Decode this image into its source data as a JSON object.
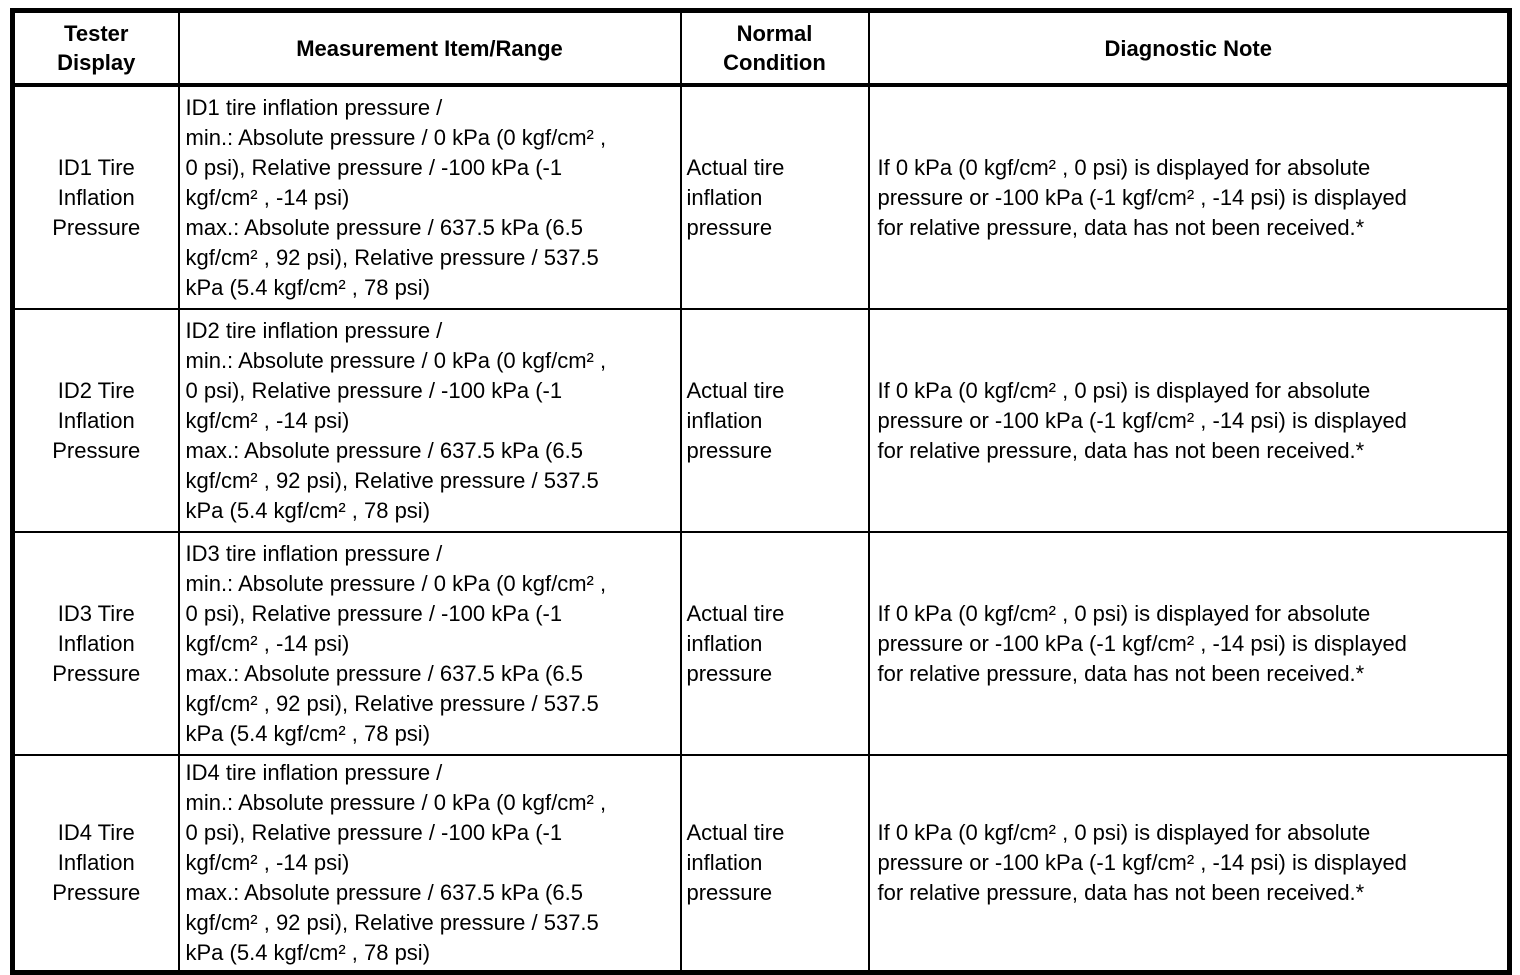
{
  "colors": {
    "background": "#ffffff",
    "text": "#000000",
    "border": "#000000"
  },
  "table": {
    "headers": {
      "tester_display": "Tester\nDisplay",
      "measurement": "Measurement Item/Range",
      "normal_condition": "Normal\nCondition",
      "diagnostic_note": "Diagnostic Note"
    },
    "rows": [
      {
        "tester_display": "ID1 Tire\nInflation\nPressure",
        "measurement": "ID1 tire inflation pressure /\nmin.: Absolute pressure / 0 kPa (0 kgf/cm² ,\n0 psi), Relative pressure / -100 kPa (-1\nkgf/cm² , -14 psi)\nmax.: Absolute pressure / 637.5 kPa (6.5\nkgf/cm² , 92 psi), Relative pressure / 537.5\nkPa (5.4 kgf/cm² , 78 psi)",
        "normal_condition": "Actual tire\ninflation\npressure",
        "diagnostic_note": "If 0 kPa (0 kgf/cm² , 0 psi) is displayed for absolute\npressure or -100 kPa (-1 kgf/cm² , -14 psi) is displayed\nfor relative pressure, data has not been received.*"
      },
      {
        "tester_display": "ID2 Tire\nInflation\nPressure",
        "measurement": "ID2 tire inflation pressure /\nmin.: Absolute pressure / 0 kPa (0 kgf/cm² ,\n0 psi), Relative pressure / -100 kPa (-1\nkgf/cm² , -14 psi)\nmax.: Absolute pressure / 637.5 kPa (6.5\nkgf/cm² , 92 psi), Relative pressure / 537.5\nkPa (5.4 kgf/cm² , 78 psi)",
        "normal_condition": "Actual tire\ninflation\npressure",
        "diagnostic_note": "If 0 kPa (0 kgf/cm² , 0 psi) is displayed for absolute\npressure or -100 kPa (-1 kgf/cm² , -14 psi) is displayed\nfor relative pressure, data has not been received.*"
      },
      {
        "tester_display": "ID3 Tire\nInflation\nPressure",
        "measurement": "ID3 tire inflation pressure /\nmin.: Absolute pressure / 0 kPa (0 kgf/cm² ,\n0 psi), Relative pressure / -100 kPa (-1\nkgf/cm² , -14 psi)\nmax.: Absolute pressure / 637.5 kPa (6.5\nkgf/cm² , 92 psi), Relative pressure / 537.5\nkPa (5.4 kgf/cm² , 78 psi)",
        "normal_condition": "Actual tire\ninflation\npressure",
        "diagnostic_note": "If 0 kPa (0 kgf/cm² , 0 psi) is displayed for absolute\npressure or -100 kPa (-1 kgf/cm² , -14 psi) is displayed\nfor relative pressure, data has not been received.*"
      },
      {
        "tester_display": "ID4 Tire\nInflation\nPressure",
        "measurement": "ID4 tire inflation pressure /\nmin.: Absolute pressure / 0 kPa (0 kgf/cm² ,\n0 psi), Relative pressure / -100 kPa (-1\nkgf/cm² , -14 psi)\nmax.: Absolute pressure / 637.5 kPa (6.5\nkgf/cm² , 92 psi), Relative pressure / 537.5\nkPa (5.4 kgf/cm² , 78 psi)",
        "normal_condition": "Actual tire\ninflation\npressure",
        "diagnostic_note": "If 0 kPa (0 kgf/cm² , 0 psi) is displayed for absolute\npressure or -100 kPa (-1 kgf/cm² , -14 psi) is displayed\nfor relative pressure, data has not been received.*"
      }
    ]
  }
}
